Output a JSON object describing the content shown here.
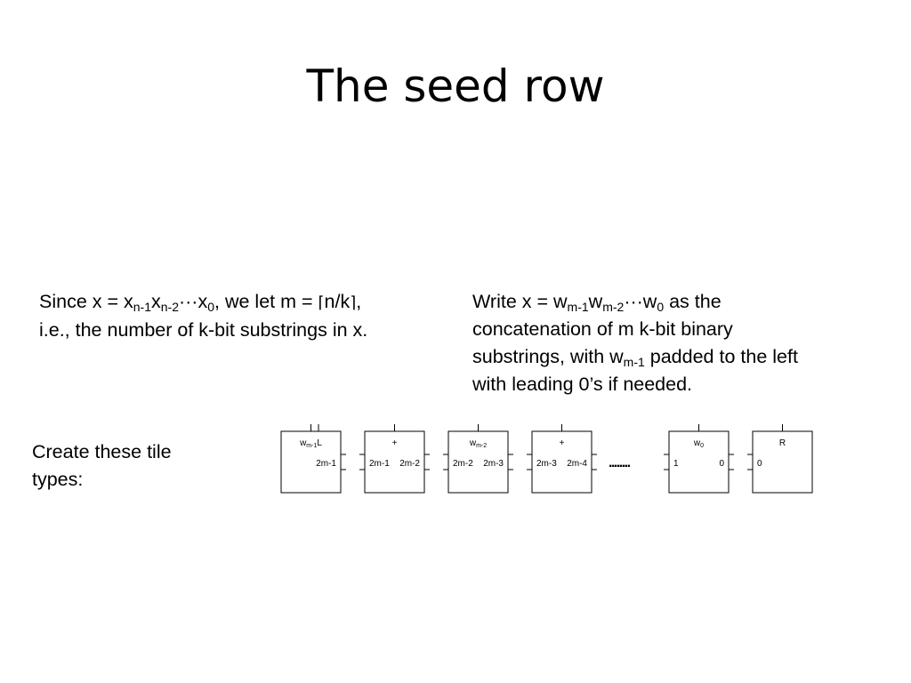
{
  "slide": {
    "title": "The seed row",
    "left_text": {
      "line1": {
        "prefix": "Since x = x",
        "sub1": "n-1",
        "mid1": "x",
        "sub2": "n-2",
        "mid2": "···x",
        "sub3": "0",
        "middle": ", we let m = ",
        "ceil_left": "⌈",
        "ceil_arg": "n/k",
        "ceil_right": "⌉",
        "suffix": ","
      },
      "line2": "i.e., the number of k-bit substrings in x."
    },
    "right_text": {
      "line1": {
        "prefix": "Write x = w",
        "sub1": "m-1",
        "mid1": "w",
        "sub2": "m-2",
        "mid2": "···w",
        "sub3": "0",
        "suffix": " as the"
      },
      "line2": "concatenation of m k-bit binary",
      "line3": {
        "prefix": "substrings, with w",
        "sub": "m-1",
        "suffix": " padded to the left"
      },
      "line4": "with leading 0’s if needed."
    },
    "create_text": {
      "line1": "Create these tile",
      "line2": "types:"
    }
  },
  "tiles": [
    {
      "top_main": "w",
      "top_sub": "m-1",
      "top_extra": "L",
      "left": "",
      "right": "2m-1"
    },
    {
      "top_main": "+",
      "top_sub": "",
      "top_extra": "",
      "left": "2m-1",
      "right": "2m-2"
    },
    {
      "top_main": "w",
      "top_sub": "m-2",
      "top_extra": "",
      "left": "2m-2",
      "right": "2m-3"
    },
    {
      "top_main": "+",
      "top_sub": "",
      "top_extra": "",
      "left": "2m-3",
      "right": "2m-4"
    },
    {
      "top_main": "w",
      "top_sub": "0",
      "top_extra": "",
      "left": "1",
      "right": "0"
    },
    {
      "top_main": "R",
      "top_sub": "",
      "top_extra": "",
      "left": "0",
      "right": ""
    }
  ],
  "ellipsis": "........"
}
